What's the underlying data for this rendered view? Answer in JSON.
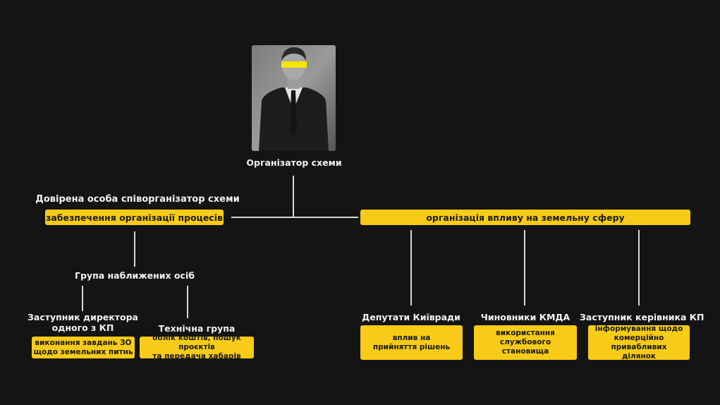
{
  "organizer": {
    "label": "Організатор схеми"
  },
  "left_branch": {
    "title": "Довірена особа співорганізатор схеми",
    "bar": "забезпечення організації процесів",
    "group_label": "Група наближених осіб",
    "children": [
      {
        "title": "Заступник директора\nодного з КП",
        "box": "виконання завдань ЗО\nщодо земельних питнь"
      },
      {
        "title": "Технічна група",
        "box": "облік коштів, пошук проєктів\nта передача хабарів"
      }
    ]
  },
  "right_branch": {
    "bar": "організація впливу на земельну сферу",
    "children": [
      {
        "title": "Депутати Київради",
        "box": "вплив на\nприйняття рішень"
      },
      {
        "title": "Чиновники КМДА",
        "box": "використання\nслужбового\nстановища"
      },
      {
        "title": "Заступник керівника КП",
        "box": "інформування щодо\nкомерційно привабливих\nділянок"
      }
    ]
  },
  "colors": {
    "accent": "#f7cb17",
    "background": "#141414",
    "line": "#d8d8d8"
  },
  "icons": {
    "photo": "person-silhouette-icon",
    "censor": "censor-bar-icon"
  }
}
